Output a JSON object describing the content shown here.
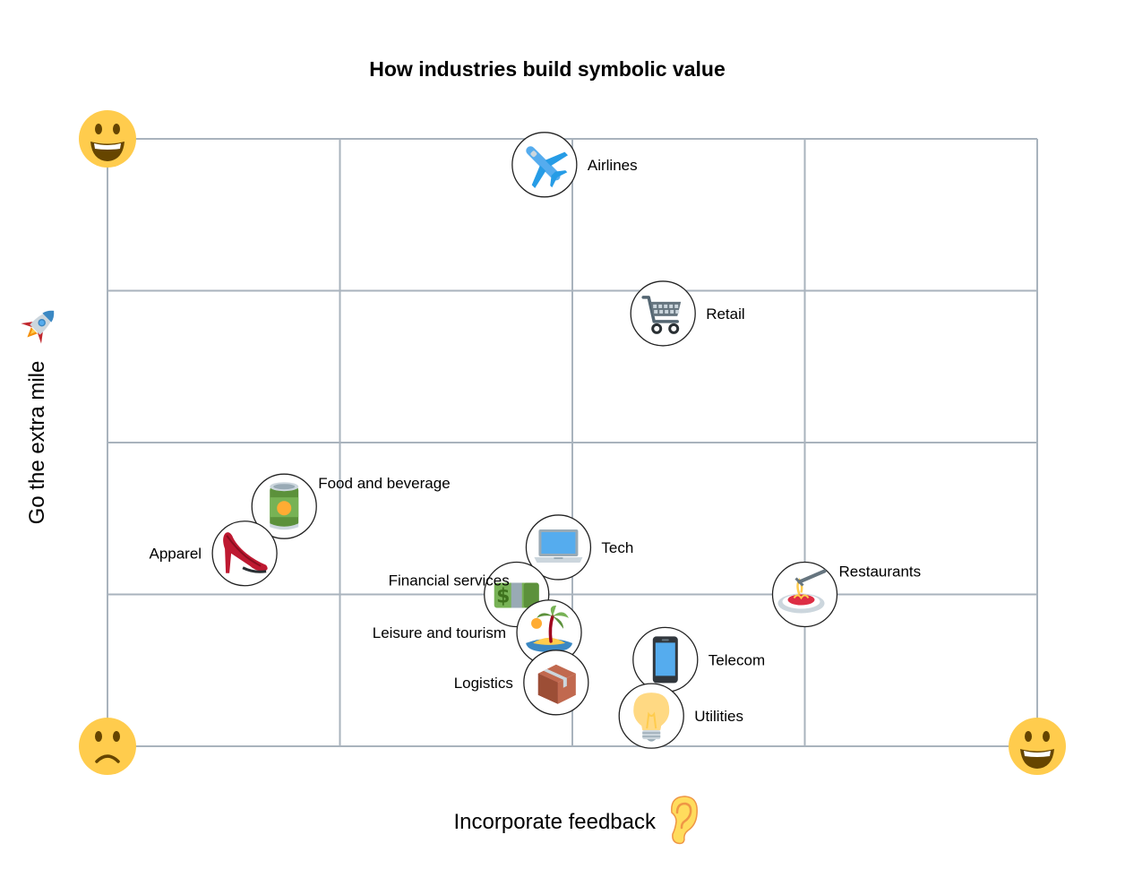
{
  "chart_data": {
    "type": "scatter",
    "title": "How industries build symbolic value",
    "xlabel": "Incorporate feedback",
    "ylabel": "Go the extra mile",
    "xlim": [
      0,
      4
    ],
    "ylim": [
      0,
      4
    ],
    "grid": true,
    "corner_emoji": {
      "top_left": "grinning-face",
      "bottom_left": "slightly-frowning-face",
      "bottom_right": "grinning-face"
    },
    "xlabel_icon": "ear-icon",
    "ylabel_icon": "rocket-icon",
    "points": [
      {
        "label": "Airlines",
        "x": 1.88,
        "y": 3.83,
        "icon": "airplane-icon",
        "label_side": "right"
      },
      {
        "label": "Retail",
        "x": 2.39,
        "y": 2.85,
        "icon": "shopping-cart-icon",
        "label_side": "right"
      },
      {
        "label": "Food and beverage",
        "x": 0.76,
        "y": 1.58,
        "icon": "canned-food-icon",
        "label_side": "top-right"
      },
      {
        "label": "Apparel",
        "x": 0.59,
        "y": 1.27,
        "icon": "high-heel-icon",
        "label_side": "left"
      },
      {
        "label": "Tech",
        "x": 1.94,
        "y": 1.31,
        "icon": "laptop-icon",
        "label_side": "right"
      },
      {
        "label": "Restaurants",
        "x": 3.0,
        "y": 1.0,
        "icon": "spaghetti-icon",
        "label_side": "top-right"
      },
      {
        "label": "Financial services",
        "x": 1.76,
        "y": 1.0,
        "icon": "money-icon",
        "label_side": "top-left"
      },
      {
        "label": "Leisure and tourism",
        "x": 1.9,
        "y": 0.75,
        "icon": "island-icon",
        "label_side": "left"
      },
      {
        "label": "Logistics",
        "x": 1.93,
        "y": 0.42,
        "icon": "package-icon",
        "label_side": "left"
      },
      {
        "label": "Telecom",
        "x": 2.4,
        "y": 0.57,
        "icon": "mobile-phone-icon",
        "label_side": "right"
      },
      {
        "label": "Utilities",
        "x": 2.34,
        "y": 0.2,
        "icon": "light-bulb-icon",
        "label_side": "right"
      }
    ]
  }
}
